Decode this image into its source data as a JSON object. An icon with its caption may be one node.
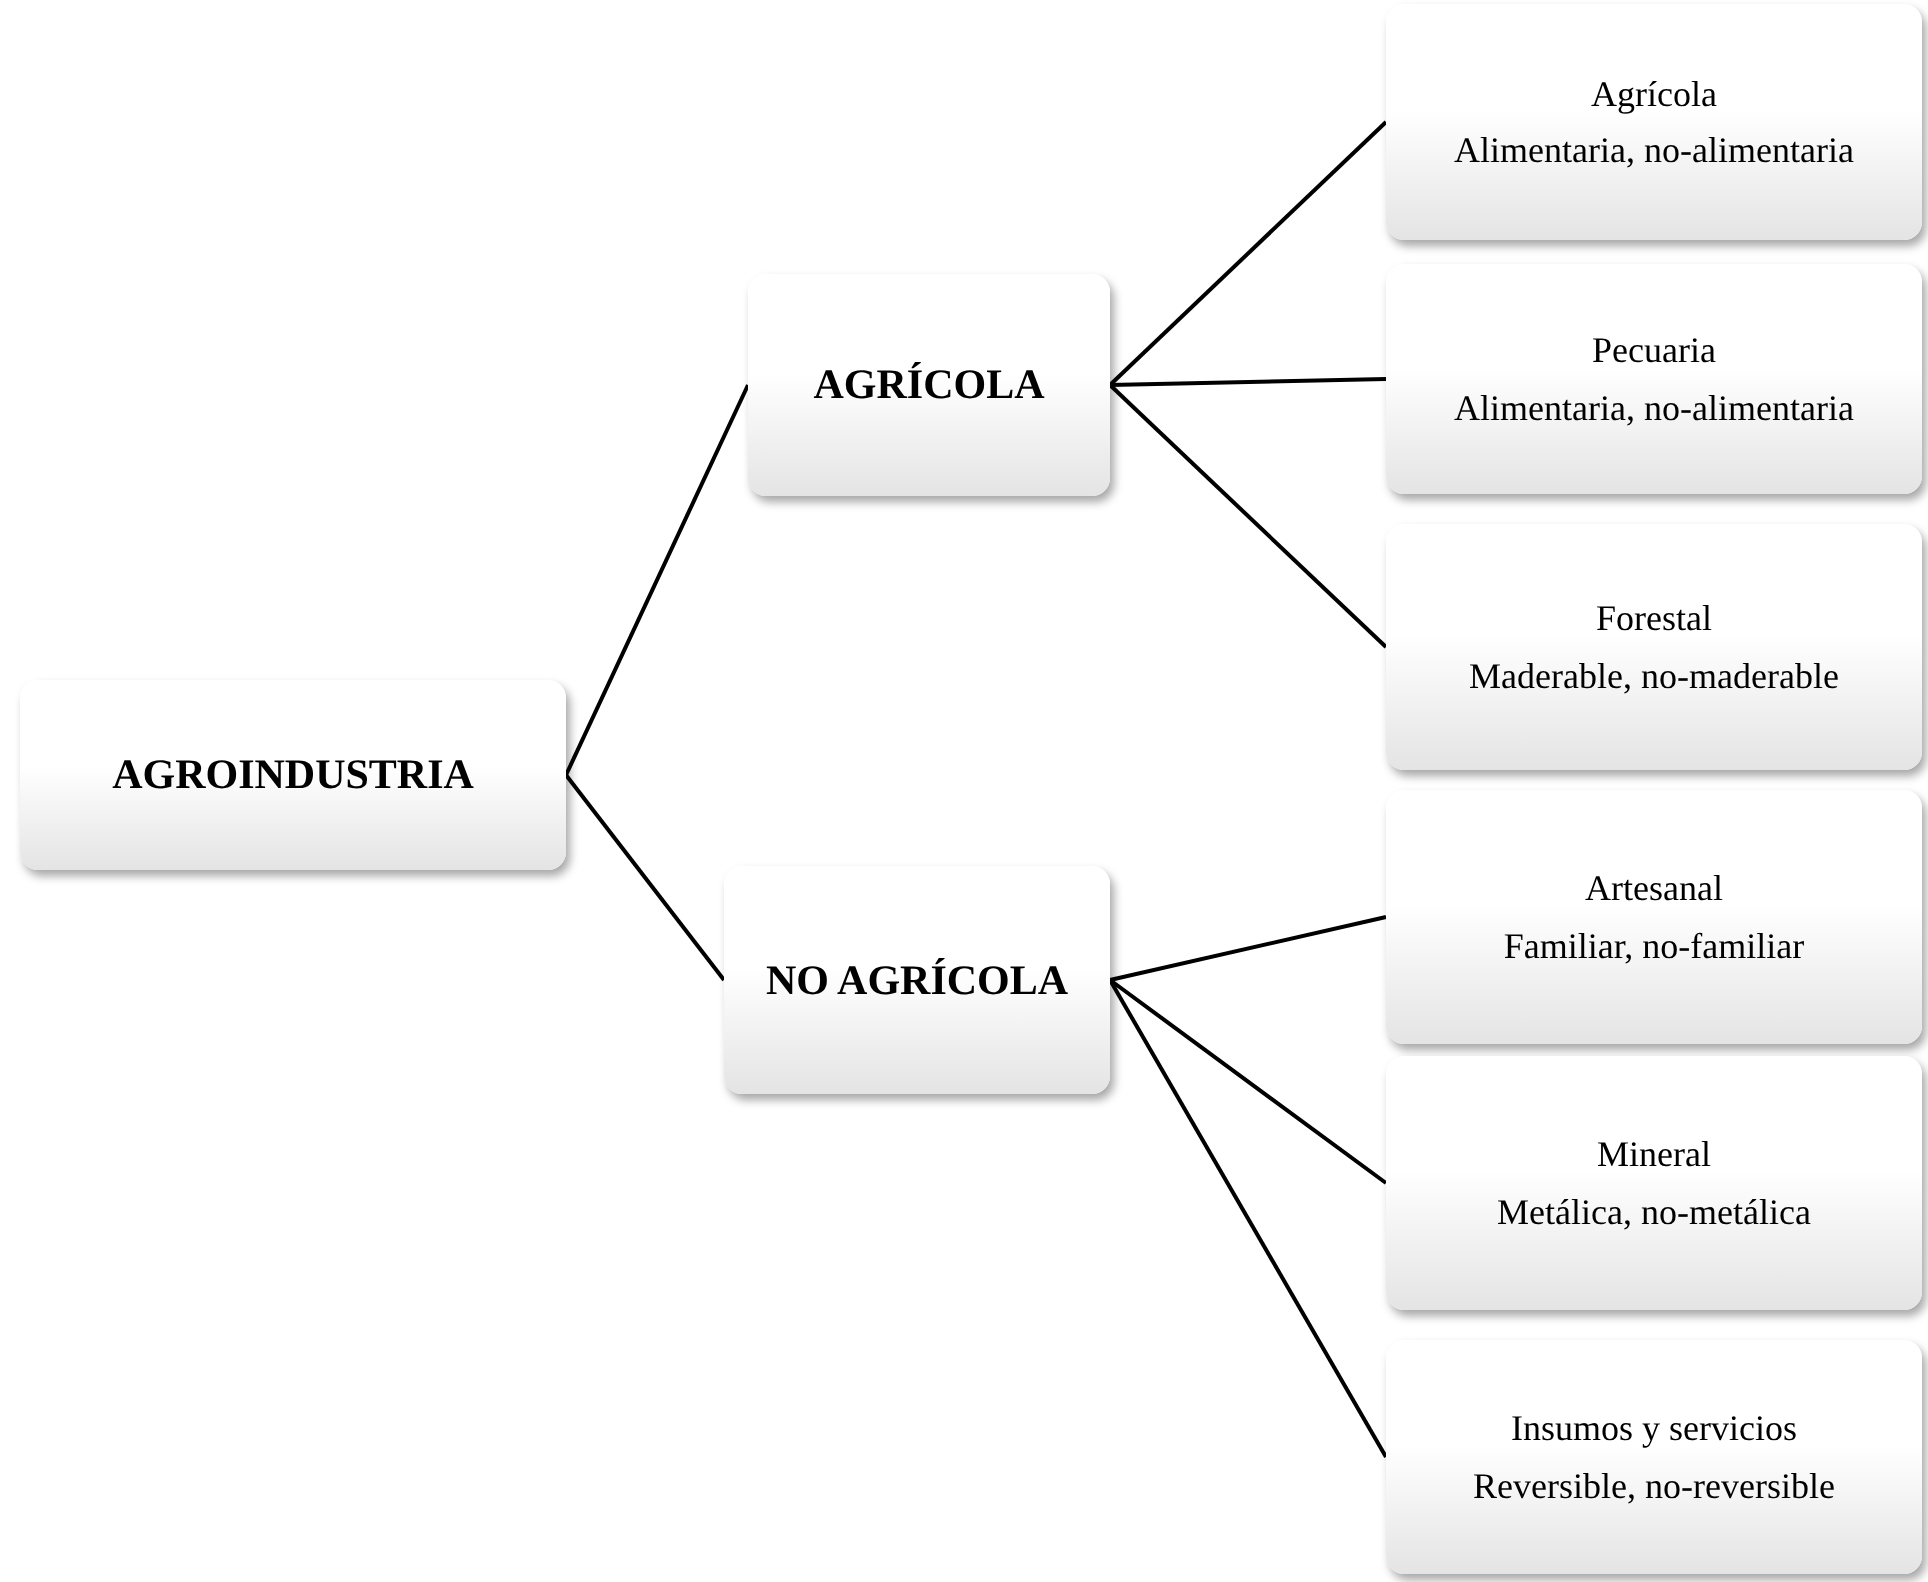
{
  "diagram": {
    "nodes": [
      {
        "text": [
          "AGROINDUSTRIA"
        ]
      },
      {
        "text": [
          "AGRÍCOLA"
        ]
      },
      {
        "text": [
          "NO AGRÍCOLA"
        ]
      },
      {
        "text": [
          "Agrícola",
          "Alimentaria, no-alimentaria"
        ]
      },
      {
        "text": [
          "Pecuaria",
          "Alimentaria, no-alimentaria"
        ]
      },
      {
        "text": [
          "Forestal",
          "Maderable, no-maderable"
        ]
      },
      {
        "text": [
          "Artesanal",
          "Familiar, no-familiar"
        ]
      },
      {
        "text": [
          "Mineral",
          "Metálica, no-metálica"
        ]
      },
      {
        "text": [
          "Insumos y servicios",
          "Reversible, no-reversible"
        ]
      }
    ],
    "edges": [
      {
        "from": 0,
        "to": 1,
        "arrow": "none"
      },
      {
        "from": 0,
        "to": 2,
        "arrow": "none"
      },
      {
        "from": 1,
        "to": 3,
        "arrow": "none"
      },
      {
        "from": 1,
        "to": 4,
        "arrow": "none"
      },
      {
        "from": 1,
        "to": 5,
        "arrow": "none"
      },
      {
        "from": 2,
        "to": 6,
        "arrow": "none"
      },
      {
        "from": 2,
        "to": 7,
        "arrow": "none"
      },
      {
        "from": 2,
        "to": 8,
        "arrow": "none"
      }
    ]
  }
}
